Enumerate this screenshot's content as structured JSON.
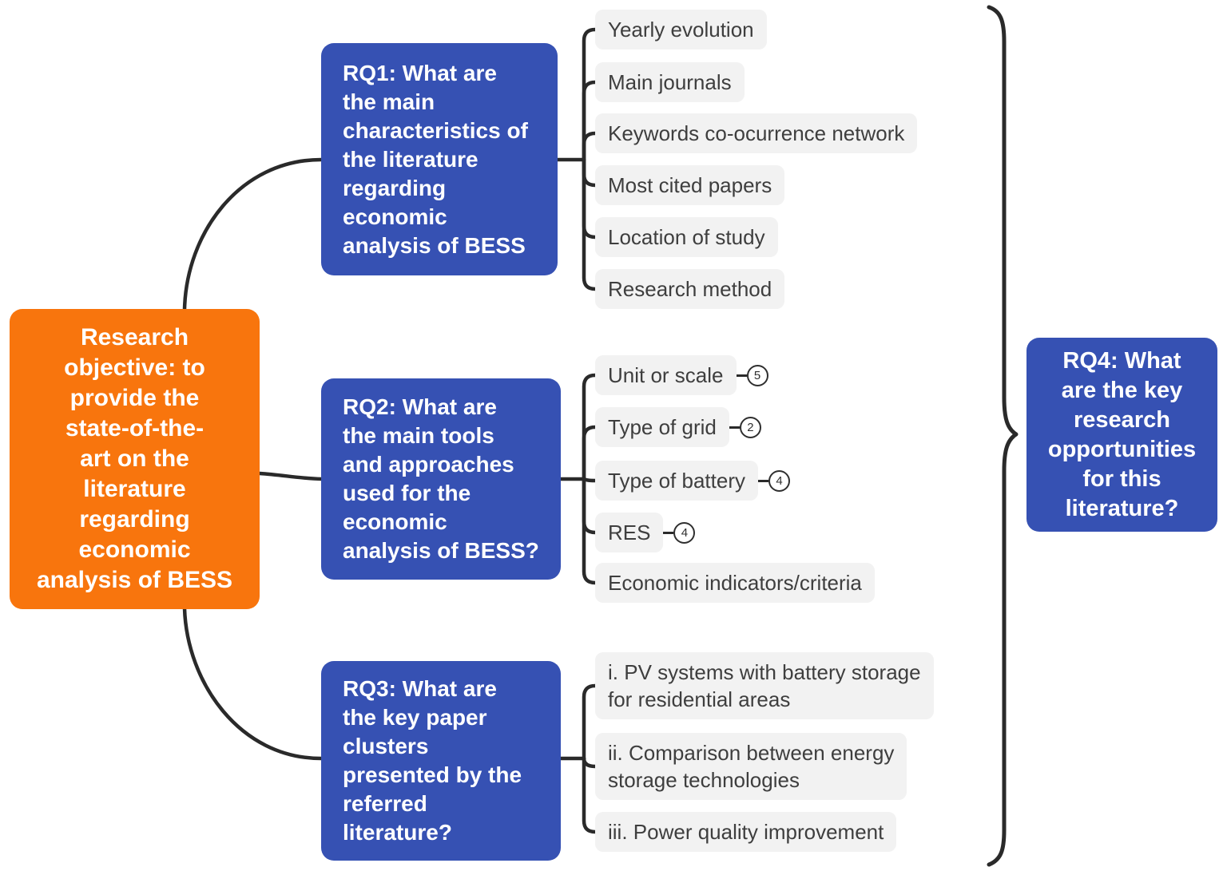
{
  "colors": {
    "root_orange": "#F8750D",
    "rq_blue": "#3651B3",
    "pill_background": "#F2F2F2",
    "pill_text": "#3E3E3E",
    "connector_line": "#2A2A2A",
    "node_text": "#FFFFFF"
  },
  "diagram": {
    "root": {
      "text": "Research\nobjective: to\nprovide the\nstate-of-the-\nart on the\nliterature\nregarding\neconomic\nanalysis of BESS"
    },
    "rq1": {
      "text": "RQ1: What are\nthe main\ncharacteristics of\nthe literature\nregarding\neconomic\nanalysis of BESS",
      "children": [
        {
          "label": "Yearly evolution"
        },
        {
          "label": "Main journals"
        },
        {
          "label": "Keywords co-ocurrence network"
        },
        {
          "label": "Most cited papers"
        },
        {
          "label": "Location of study"
        },
        {
          "label": "Research method"
        }
      ]
    },
    "rq2": {
      "text": "RQ2: What are\nthe main tools\nand approaches\nused for the\neconomic\nanalysis of BESS?",
      "children": [
        {
          "label": "Unit or scale",
          "badge": "5"
        },
        {
          "label": "Type of grid",
          "badge": "2"
        },
        {
          "label": "Type of battery",
          "badge": "4"
        },
        {
          "label": "RES",
          "badge": "4"
        },
        {
          "label": "Economic indicators/criteria"
        }
      ]
    },
    "rq3": {
      "text": "RQ3: What are\nthe key paper\nclusters\npresented by the\nreferred\nliterature?",
      "children": [
        {
          "label": "i. PV systems with battery storage\nfor residential areas"
        },
        {
          "label": "ii. Comparison between energy\nstorage technologies"
        },
        {
          "label": "iii. Power quality improvement"
        }
      ]
    },
    "rq4": {
      "text": "RQ4: What\nare the key\nresearch\nopportunities\nfor this\nliterature?"
    }
  }
}
